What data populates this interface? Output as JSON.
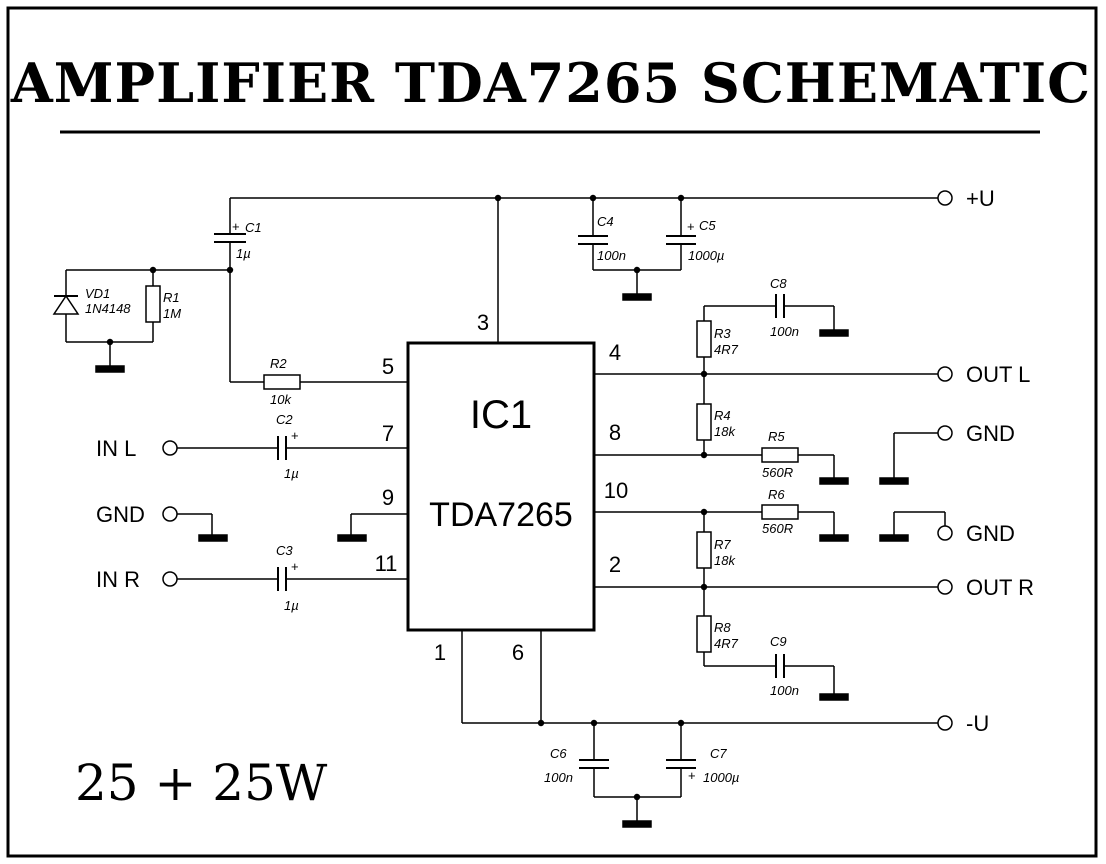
{
  "title": "AMPLIFIER TDA7265 SCHEMATIC",
  "power_rating": "25 + 25W",
  "ic": {
    "ref": "IC1",
    "part": "TDA7265"
  },
  "pins": {
    "p1": "1",
    "p2": "2",
    "p3": "3",
    "p4": "4",
    "p5": "5",
    "p6": "6",
    "p7": "7",
    "p8": "8",
    "p9": "9",
    "p10": "10",
    "p11": "11"
  },
  "terminals": {
    "vplus": "+U",
    "vminus": "-U",
    "out_l": "OUT L",
    "out_r": "OUT R",
    "gnd_a": "GND",
    "gnd_b": "GND",
    "gnd_in": "GND",
    "in_l": "IN L",
    "in_r": "IN R"
  },
  "components": {
    "c1": {
      "ref": "C1",
      "value": "1µ"
    },
    "c2": {
      "ref": "C2",
      "value": "1µ"
    },
    "c3": {
      "ref": "C3",
      "value": "1µ"
    },
    "c4": {
      "ref": "C4",
      "value": "100n"
    },
    "c5": {
      "ref": "C5",
      "value": "1000µ"
    },
    "c6": {
      "ref": "C6",
      "value": "100n"
    },
    "c7": {
      "ref": "C7",
      "value": "1000µ"
    },
    "c8": {
      "ref": "C8",
      "value": "100n"
    },
    "c9": {
      "ref": "C9",
      "value": "100n"
    },
    "r1": {
      "ref": "R1",
      "value": "1M"
    },
    "r2": {
      "ref": "R2",
      "value": "10k"
    },
    "r3": {
      "ref": "R3",
      "value": "4R7"
    },
    "r4": {
      "ref": "R4",
      "value": "18k"
    },
    "r5": {
      "ref": "R5",
      "value": "560R"
    },
    "r6": {
      "ref": "R6",
      "value": "560R"
    },
    "r7": {
      "ref": "R7",
      "value": "18k"
    },
    "r8": {
      "ref": "R8",
      "value": "4R7"
    },
    "vd1": {
      "ref": "VD1",
      "value": "1N4148"
    }
  },
  "colors": {
    "ink": "#000000",
    "paper": "#ffffff"
  }
}
